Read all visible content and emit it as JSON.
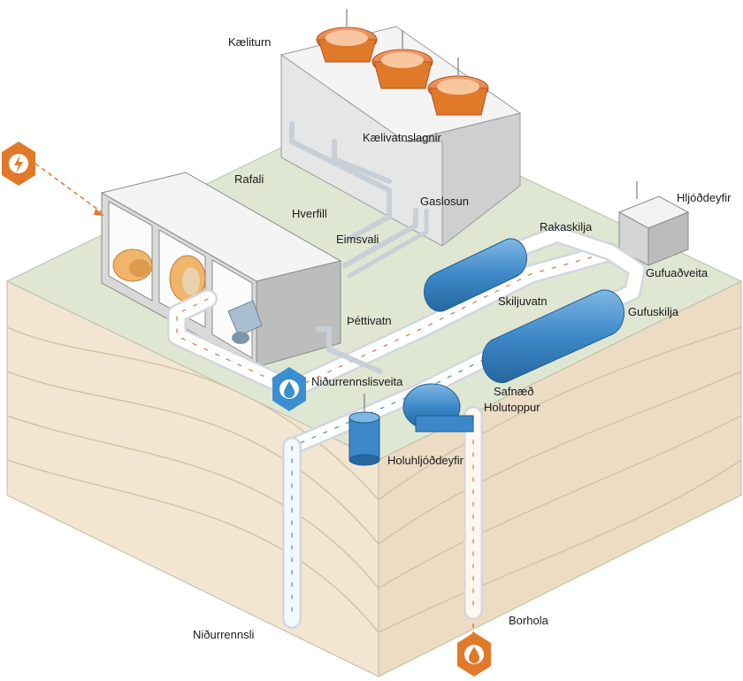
{
  "labels": {
    "cooling_tower": "Kæliturn",
    "cooling_water_pipes": "Kælivatnslagnir",
    "generator": "Rafali",
    "turbine": "Hverfill",
    "condenser": "Eimsvali",
    "gas_extraction": "Gaslosun",
    "silencer": "Hljóðdeyfir",
    "moisture_separator": "Rakaskilja",
    "steam_supply": "Gufuaðveita",
    "steam_separator": "Gufuskilja",
    "separated_water": "Skiljuvatn",
    "condensate": "Þéttivatn",
    "reinjection_supply": "Niðurrennslisveita",
    "collector": "Safnæð",
    "wellhead": "Holutoppur",
    "well_silencer": "Holuhljóðdeyfir",
    "reinjection": "Niðurrennsli",
    "borehole": "Borhola"
  },
  "icons": {
    "power_output": "lightning-icon",
    "water_in": "water-drop-icon",
    "steam_in": "water-drop-icon"
  },
  "colors": {
    "accent_orange": "#e07a2a",
    "steam_flow": "#e8703a",
    "water_flow": "#3a8fd0",
    "tank_blue": "#3d88c8",
    "ground_top": "#dfe6d2",
    "earth_layer": "#f1e5d2"
  }
}
